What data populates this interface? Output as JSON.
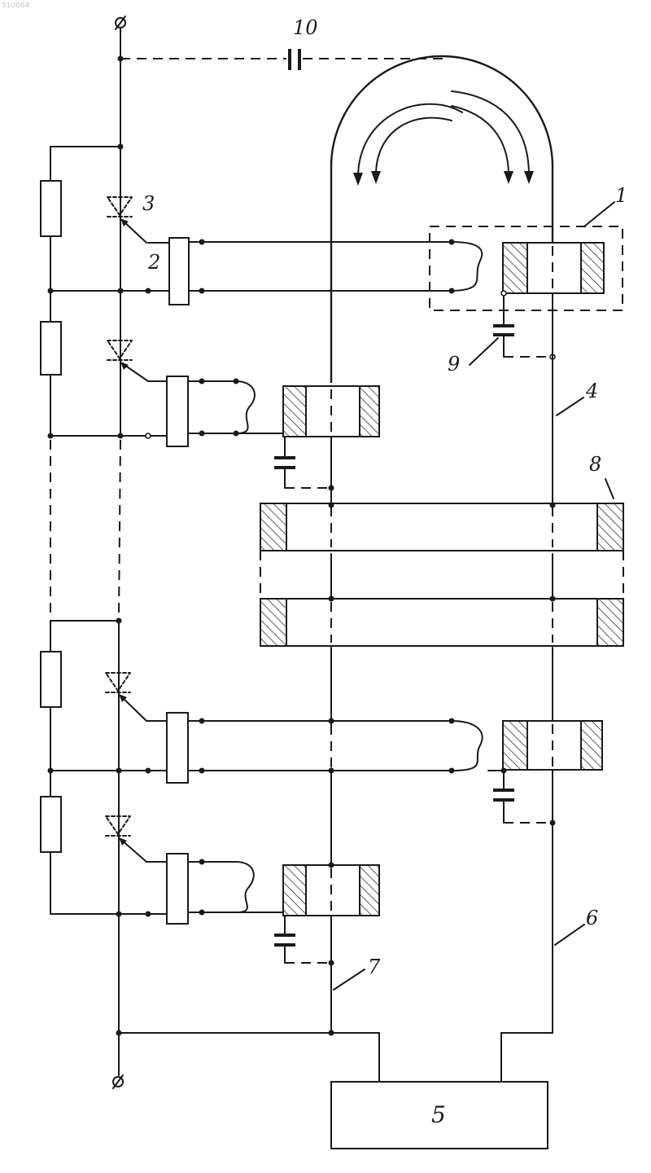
{
  "corner_mark": "510064",
  "labels": {
    "l1": "1",
    "l2": "2",
    "l3": "3",
    "l4": "4",
    "l5": "5",
    "l6": "6",
    "l7": "7",
    "l8": "8",
    "l9": "9",
    "l10": "10"
  },
  "terminal_symbols": {
    "top": "ø",
    "bottom": "ø"
  }
}
